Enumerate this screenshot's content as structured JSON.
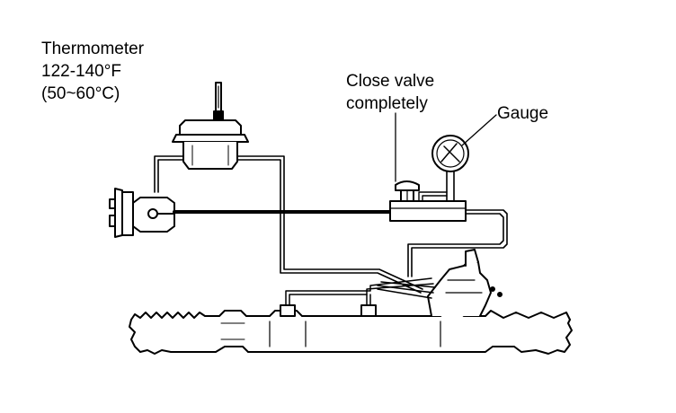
{
  "labels": {
    "thermometer": {
      "name": "Thermometer",
      "range_f": "122-140°F",
      "range_c": "(50~60°C)"
    },
    "valve": {
      "line1": "Close valve",
      "line2": "completely"
    },
    "gauge": "Gauge"
  }
}
